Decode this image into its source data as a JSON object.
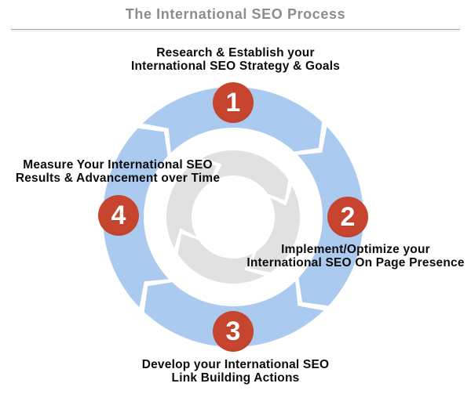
{
  "title": "The International SEO Process",
  "colors": {
    "arc_blue": "#ABCAF0",
    "center_ring_gray": "#E1E1E1",
    "step_red": "#C7452E",
    "step_red_dark": "#AC3A25",
    "title_gray": "#8D8D8D",
    "label_black": "#0B0B0B"
  },
  "steps": [
    {
      "number": "1",
      "position": "top",
      "label_lines": [
        "Research & Establish your",
        "International SEO Strategy & Goals"
      ]
    },
    {
      "number": "2",
      "position": "right",
      "label_lines": [
        "Implement/Optimize your",
        "International SEO On Page Presence"
      ]
    },
    {
      "number": "3",
      "position": "bottom",
      "label_lines": [
        "Develop your International SEO",
        "Link Building Actions"
      ]
    },
    {
      "number": "4",
      "position": "left",
      "label_lines": [
        "Measure Your International SEO",
        "Results & Advancement over Time"
      ]
    }
  ]
}
